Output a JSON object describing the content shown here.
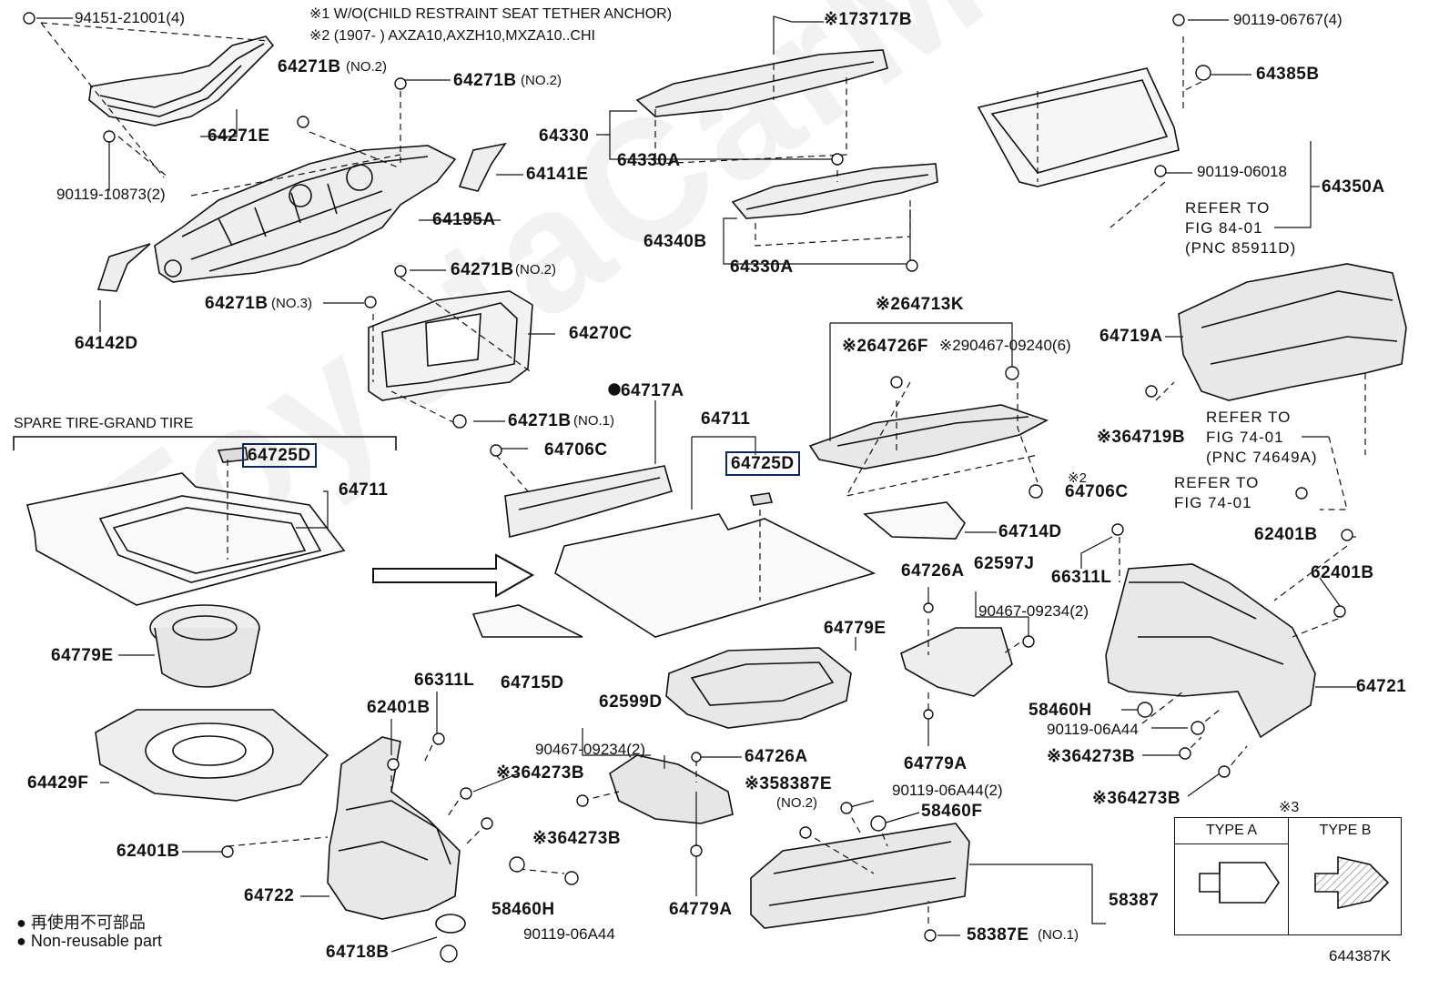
{
  "notes": {
    "note1": "※1 W/O(CHILD RESTRAINT SEAT TETHER ANCHOR)",
    "note2": "※2 (1907-      ) AXZA10,AXZH10,MXZA10..CHI",
    "spare_tire": "SPARE TIRE-GRAND TIRE",
    "type_marker": "※3",
    "type_a": "TYPE A",
    "type_b": "TYPE B"
  },
  "legend": {
    "line1": "● 再使用不可部品",
    "line2": "● Non-reusable part"
  },
  "watermark": "ToyotaCarMiner.ru",
  "figure_id": "644387K",
  "labels": {
    "l_94151": "94151-21001(4)",
    "l_64271E": "64271E",
    "l_90119_10873": "90119-10873(2)",
    "l_64271B_no2a": "64271B",
    "l_no2a": "(NO.2)",
    "l_64271B_no2b": "64271B",
    "l_no2b": "(NO.2)",
    "l_64141E": "64141E",
    "l_64195A": "64195A",
    "l_64142D": "64142D",
    "l_64271B_no2c": "64271B",
    "l_no2c": "(NO.2)",
    "l_64271B_no3": "64271B",
    "l_no3": "(NO.3)",
    "l_64270C": "64270C",
    "l_64271B_no1": "64271B",
    "l_no1": "(NO.1)",
    "l_64717A": "●64717A",
    "l_64706C_a": "64706C",
    "l_64711_top": "64711",
    "l_64725D_a": "64725D",
    "l_64711_left": "64711",
    "l_64725D_b": "64725D",
    "l_64779E_l": "64779E",
    "l_64715D": "64715D",
    "l_64429F": "64429F",
    "l_66311L_b": "66311L",
    "l_62401B_m": "62401B",
    "l_62401B_l": "62401B",
    "l_64722": "64722",
    "l_64718B": "64718B",
    "l_64273B_a": "※364273B",
    "l_64273B_b": "※364273B",
    "l_58460H_b": "58460H",
    "l_90119_06A44_b": "90119-06A44",
    "l_62599D": "62599D",
    "l_90467_09234_a": "90467-09234(2)",
    "l_64726A_b": "64726A",
    "l_64779A_b": "64779A",
    "l_64779E_r": "64779E",
    "l_58387E_a": "※358387E",
    "l_no2d": "(NO.2)",
    "l_90119_06A44_2": "90119-06A44(2)",
    "l_58460F": "58460F",
    "l_58387": "58387",
    "l_58387E_b": "58387E",
    "l_no1b": "(NO.1)",
    "l_73717B": "※173717B",
    "l_64330": "64330",
    "l_64330A_a": "64330A",
    "l_64340B": "64340B",
    "l_64330A_b": "64330A",
    "l_64713K": "※264713K",
    "l_64726F": "※264726F",
    "l_290467": "※290467-09240(6)",
    "l_64714D": "64714D",
    "l_64706C_b": "64706C",
    "l_64706C_mark": "※2",
    "l_64726A_r": "64726A",
    "l_62597J": "62597J",
    "l_90467_09234_b": "90467-09234(2)",
    "l_64779A_r": "64779A",
    "l_90119_06767": "90119-06767(4)",
    "l_64385B": "64385B",
    "l_90119_06018": "90119-06018",
    "l_64350A": "64350A",
    "l_refer84": "REFER TO",
    "l_refer84b": "FIG 84-01",
    "l_refer84c": "(PNC 85911D)",
    "l_64719A": "64719A",
    "l_64719B": "※364719B",
    "l_refer74": "REFER TO",
    "l_refer74b": "FIG 74-01",
    "l_refer74c": "(PNC 74649A)",
    "l_refer74d": "REFER TO",
    "l_refer74e": "FIG 74-01",
    "l_62401B_r1": "62401B",
    "l_62401B_r2": "62401B",
    "l_66311L_r": "66311L",
    "l_64721": "64721",
    "l_58460H_r": "58460H",
    "l_90119_06A44_r": "90119-06A44",
    "l_64273B_r1": "※364273B",
    "l_64273B_r2": "※364273B"
  }
}
